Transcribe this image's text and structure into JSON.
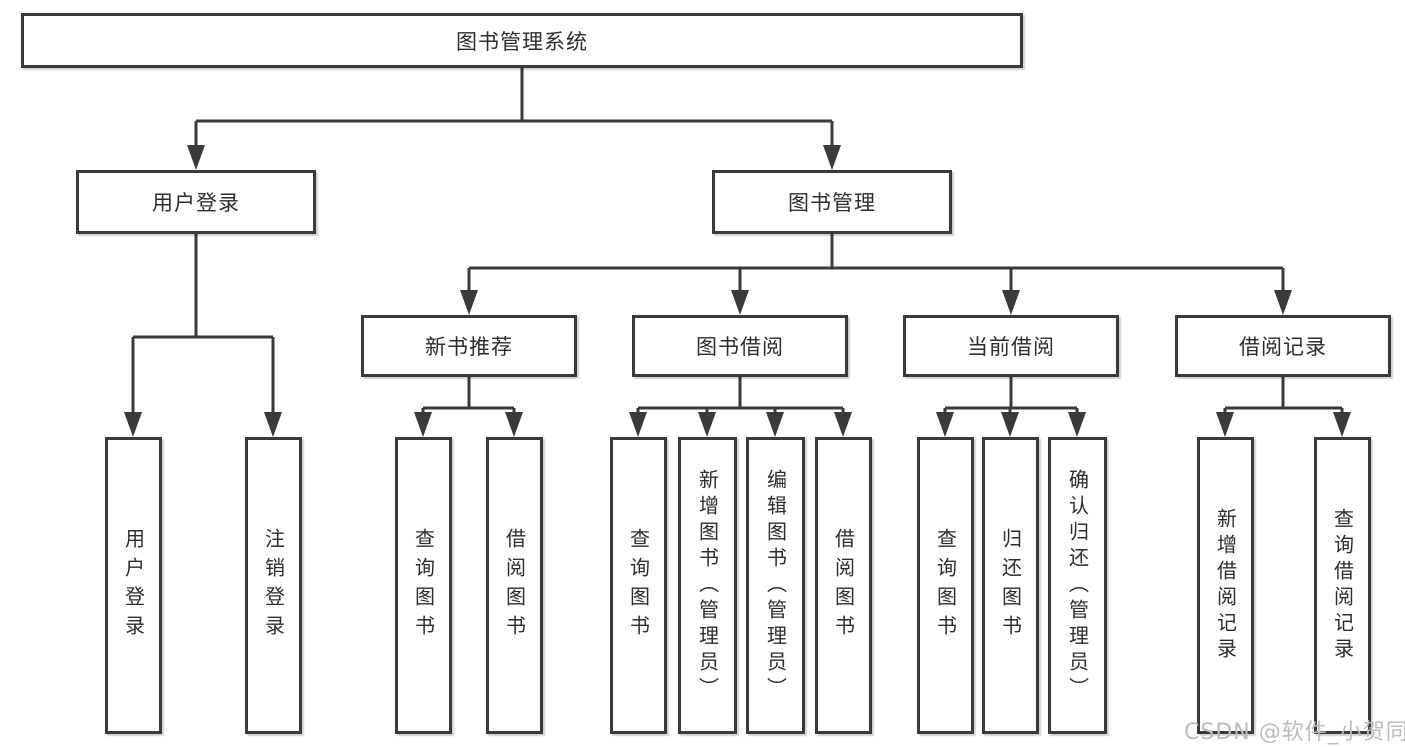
{
  "diagram": {
    "root": {
      "label": "图书管理系统"
    },
    "level2": {
      "user_login": {
        "label": "用户登录"
      },
      "book_management": {
        "label": "图书管理"
      }
    },
    "level3": {
      "new_book_recommend": {
        "label": "新书推荐",
        "parent": "book_management"
      },
      "book_borrow": {
        "label": "图书借阅",
        "parent": "book_management"
      },
      "current_borrow": {
        "label": "当前借阅",
        "parent": "book_management"
      },
      "borrow_records": {
        "label": "借阅记录",
        "parent": "book_management"
      }
    },
    "leaves": [
      {
        "group": "user_login",
        "label": "用户登录"
      },
      {
        "group": "user_login",
        "label": "注销登录"
      },
      {
        "group": "new_book_recommend",
        "label": "查询图书"
      },
      {
        "group": "new_book_recommend",
        "label": "借阅图书"
      },
      {
        "group": "book_borrow",
        "label": "查询图书"
      },
      {
        "group": "book_borrow",
        "label": "新增图书（管理员）"
      },
      {
        "group": "book_borrow",
        "label": "编辑图书（管理员）"
      },
      {
        "group": "book_borrow",
        "label": "借阅图书"
      },
      {
        "group": "current_borrow",
        "label": "查询图书"
      },
      {
        "group": "current_borrow",
        "label": "归还图书"
      },
      {
        "group": "current_borrow",
        "label": "确认归还（管理员）"
      },
      {
        "group": "borrow_records",
        "label": "新增借阅记录"
      },
      {
        "group": "borrow_records",
        "label": "查询借阅记录"
      }
    ]
  },
  "watermark": {
    "text": "CSDN @软件_小贺同学"
  },
  "colors": {
    "line": "#3a3a3a",
    "text": "#2d2d2d",
    "watermark": "#bcbcbc",
    "box-bg": "#ffffff",
    "bg": "#ffffff"
  }
}
